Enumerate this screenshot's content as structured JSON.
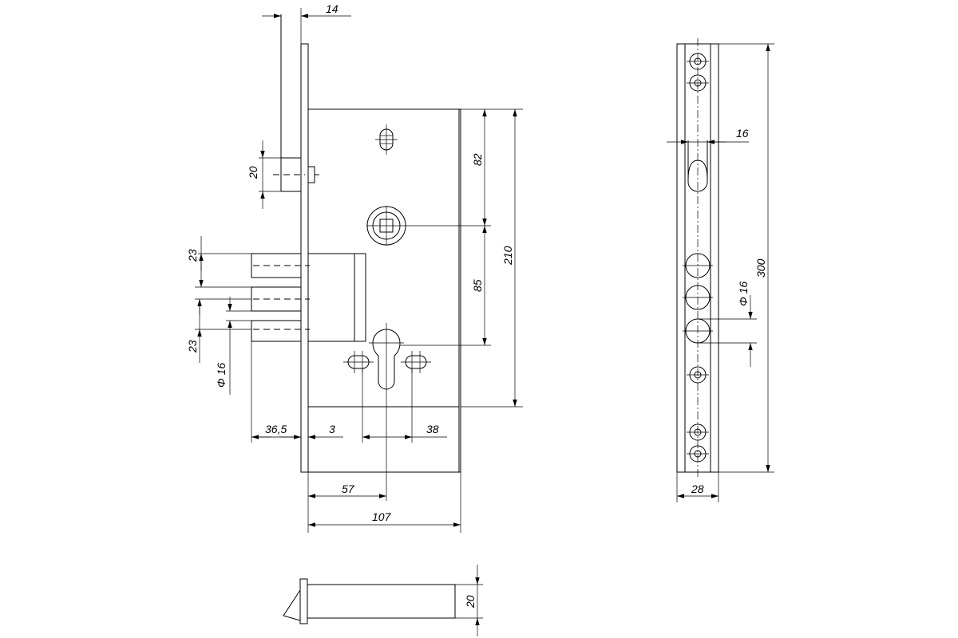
{
  "dimensions": {
    "faceplate_thickness": "14",
    "latch_height": "20",
    "bolt_spacing_top": "23",
    "bolt_spacing_bottom": "23",
    "bolt_diameter": "Φ 16",
    "bolt_throw": "36,5",
    "faceplate_gap": "3",
    "spindle_to_cylinder": "38",
    "backset": "57",
    "body_width": "107",
    "top_to_spindle": "82",
    "spindle_to_cylinder_center": "85",
    "body_height": "210",
    "latch_slot_width": "16",
    "faceplate_length": "300",
    "faceplate_bolt_hole_diameter": "Φ 16",
    "faceplate_width": "28",
    "side_latch_height": "20"
  }
}
